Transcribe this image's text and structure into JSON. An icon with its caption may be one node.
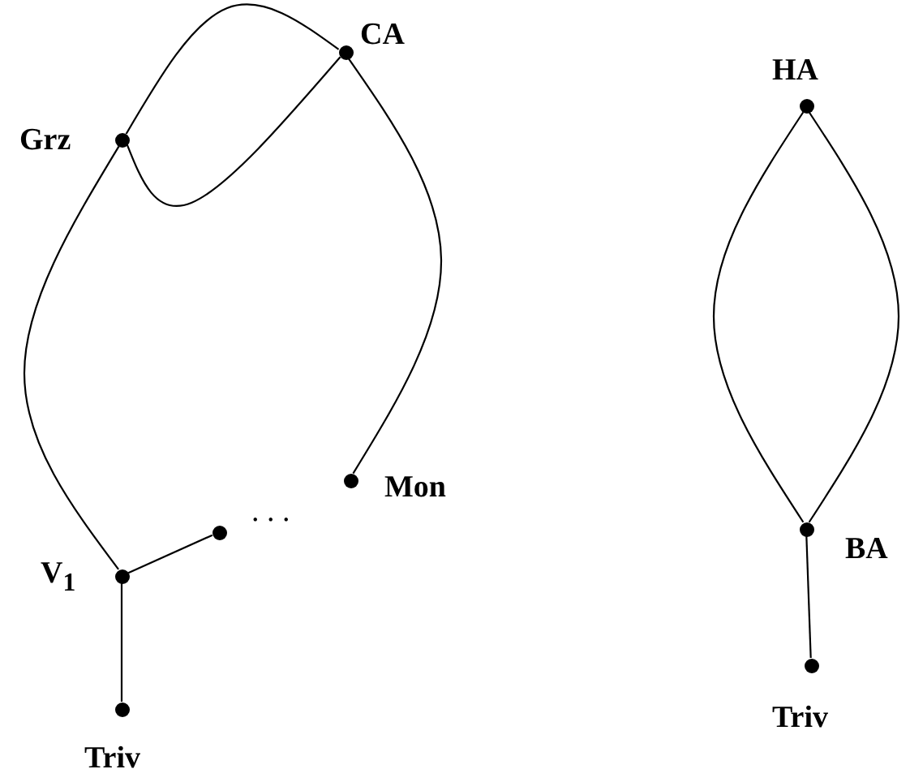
{
  "diagram": {
    "nodes": [
      {
        "text": [
          "Grz"
        ]
      },
      {
        "text": [
          "CA"
        ]
      },
      {
        "text": [
          "Mon"
        ]
      },
      {
        "text": [],
        "shape": "circle"
      },
      {
        "text": [
          "V$_{1}$"
        ]
      },
      {
        "text": [
          "Triv"
        ]
      },
      {
        "text": [
          "HA"
        ]
      },
      {
        "text": [
          "BA"
        ]
      },
      {
        "text": [
          "Triv"
        ]
      }
    ],
    "edges": [
      {
        "from": 0,
        "to": 1,
        "arrow": "none"
      },
      {
        "from": 0,
        "to": 1,
        "arrow": "none"
      },
      {
        "from": 0,
        "to": 4,
        "arrow": "none"
      },
      {
        "from": 1,
        "to": 2,
        "arrow": "none"
      },
      {
        "from": 4,
        "to": 3,
        "arrow": "none"
      },
      {
        "from": 4,
        "to": 5,
        "arrow": "none"
      },
      {
        "from": 6,
        "to": 7,
        "arrow": "none"
      },
      {
        "from": 6,
        "to": 7,
        "arrow": "none"
      },
      {
        "from": 7,
        "to": 8,
        "arrow": "none"
      }
    ],
    "labels": [
      ". . ."
    ]
  }
}
